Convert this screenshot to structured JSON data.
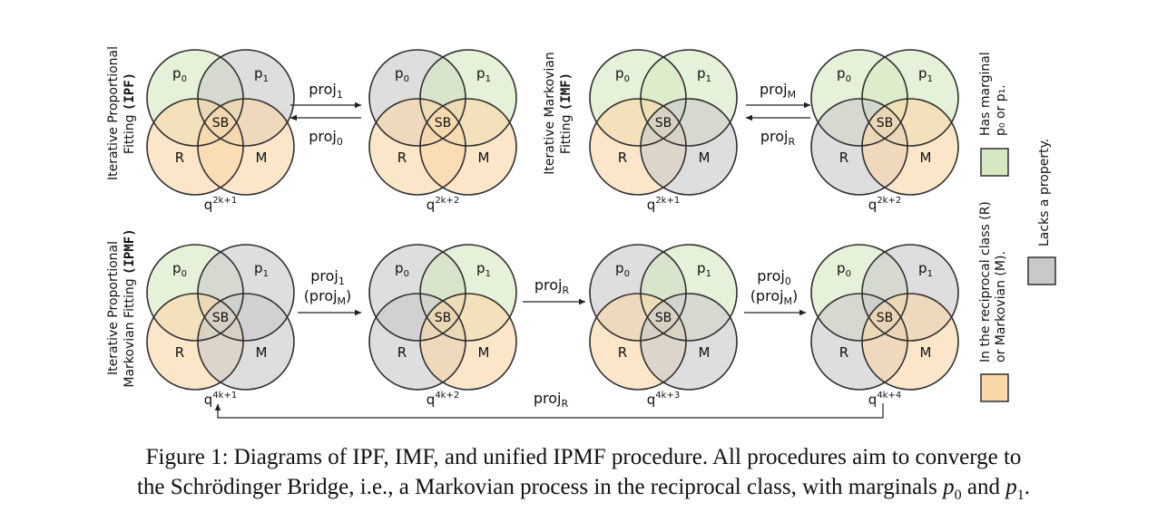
{
  "colors": {
    "marginal_green": "#d6e8c2",
    "class_orange": "#f9d7a8",
    "lacks_gray": "#c9c9c9",
    "stroke": "#2f2f2f"
  },
  "region_labels": {
    "p0": "p",
    "p0_sub": "0",
    "p1": "p",
    "p1_sub": "1",
    "r": "R",
    "m": "M",
    "sb": "SB"
  },
  "methods": {
    "ipf": {
      "line1": "Iterative Proportional",
      "line2_pre": "Fitting ",
      "line2_bold": "(IPF)"
    },
    "imf": {
      "line1": "Iterative Markovian",
      "line2_pre": "Fitting ",
      "line2_bold": "(IMF)"
    },
    "ipmf": {
      "line1_pre": "Iterative Proportional",
      "line1_bold": "",
      "line1b_pre": "",
      "line2_pre": "Markovian Fitting ",
      "line2_bold": "(IPMF)"
    }
  },
  "diagrams": [
    {
      "id": "ipf-a",
      "q_sup": "2k+1",
      "colors": [
        "green",
        "gray",
        "orange",
        "orange"
      ]
    },
    {
      "id": "ipf-b",
      "q_sup": "2k+2",
      "colors": [
        "gray",
        "green",
        "orange",
        "orange"
      ]
    },
    {
      "id": "imf-a",
      "q_sup": "2k+1",
      "colors": [
        "green",
        "green",
        "orange",
        "gray"
      ]
    },
    {
      "id": "imf-b",
      "q_sup": "2k+2",
      "colors": [
        "green",
        "green",
        "gray",
        "orange"
      ]
    },
    {
      "id": "ipmf-1",
      "q_sup": "4k+1",
      "colors": [
        "green",
        "gray",
        "orange",
        "gray"
      ]
    },
    {
      "id": "ipmf-2",
      "q_sup": "4k+2",
      "colors": [
        "gray",
        "green",
        "gray",
        "orange"
      ]
    },
    {
      "id": "ipmf-3",
      "q_sup": "4k+3",
      "colors": [
        "gray",
        "green",
        "orange",
        "gray"
      ]
    },
    {
      "id": "ipmf-4",
      "q_sup": "4k+4",
      "colors": [
        "green",
        "gray",
        "gray",
        "orange"
      ]
    }
  ],
  "q_label": "q",
  "arrows": {
    "ipf_fwd": {
      "main": "proj",
      "sub": "1"
    },
    "ipf_back": {
      "main": "proj",
      "sub": "0"
    },
    "imf_fwd": {
      "main": "proj",
      "sub": "M"
    },
    "imf_back": {
      "main": "proj",
      "sub": "R"
    },
    "ipmf_1": {
      "main": "proj",
      "sub": "1",
      "paren_open": "(proj",
      "paren_sub": "M",
      "paren_close": ")"
    },
    "ipmf_2": {
      "main": "proj",
      "sub": "R"
    },
    "ipmf_3": {
      "main": "proj",
      "sub": "0",
      "paren_open": "(proj",
      "paren_sub": "M",
      "paren_close": ")"
    },
    "ipmf_loop": {
      "main": "proj",
      "sub": "R"
    }
  },
  "legend": {
    "green": {
      "line1": "Has marginal",
      "line2": "p₀ or p₁."
    },
    "gray": {
      "line1": "Lacks a property."
    },
    "orange": {
      "line1": "In the reciprocal class (R)",
      "line2": "or Markovian (M)."
    }
  },
  "caption": {
    "line1": "Figure 1: Diagrams of IPF, IMF, and unified IPMF procedure. All procedures aim to converge to",
    "line2_pre": "the Schrödinger Bridge, i.e., a Markovian process in the reciprocal class, with marginals ",
    "p0": "p",
    "p0_sub": "0",
    "and": " and ",
    "p1": "p",
    "p1_sub": "1",
    "end": "."
  }
}
